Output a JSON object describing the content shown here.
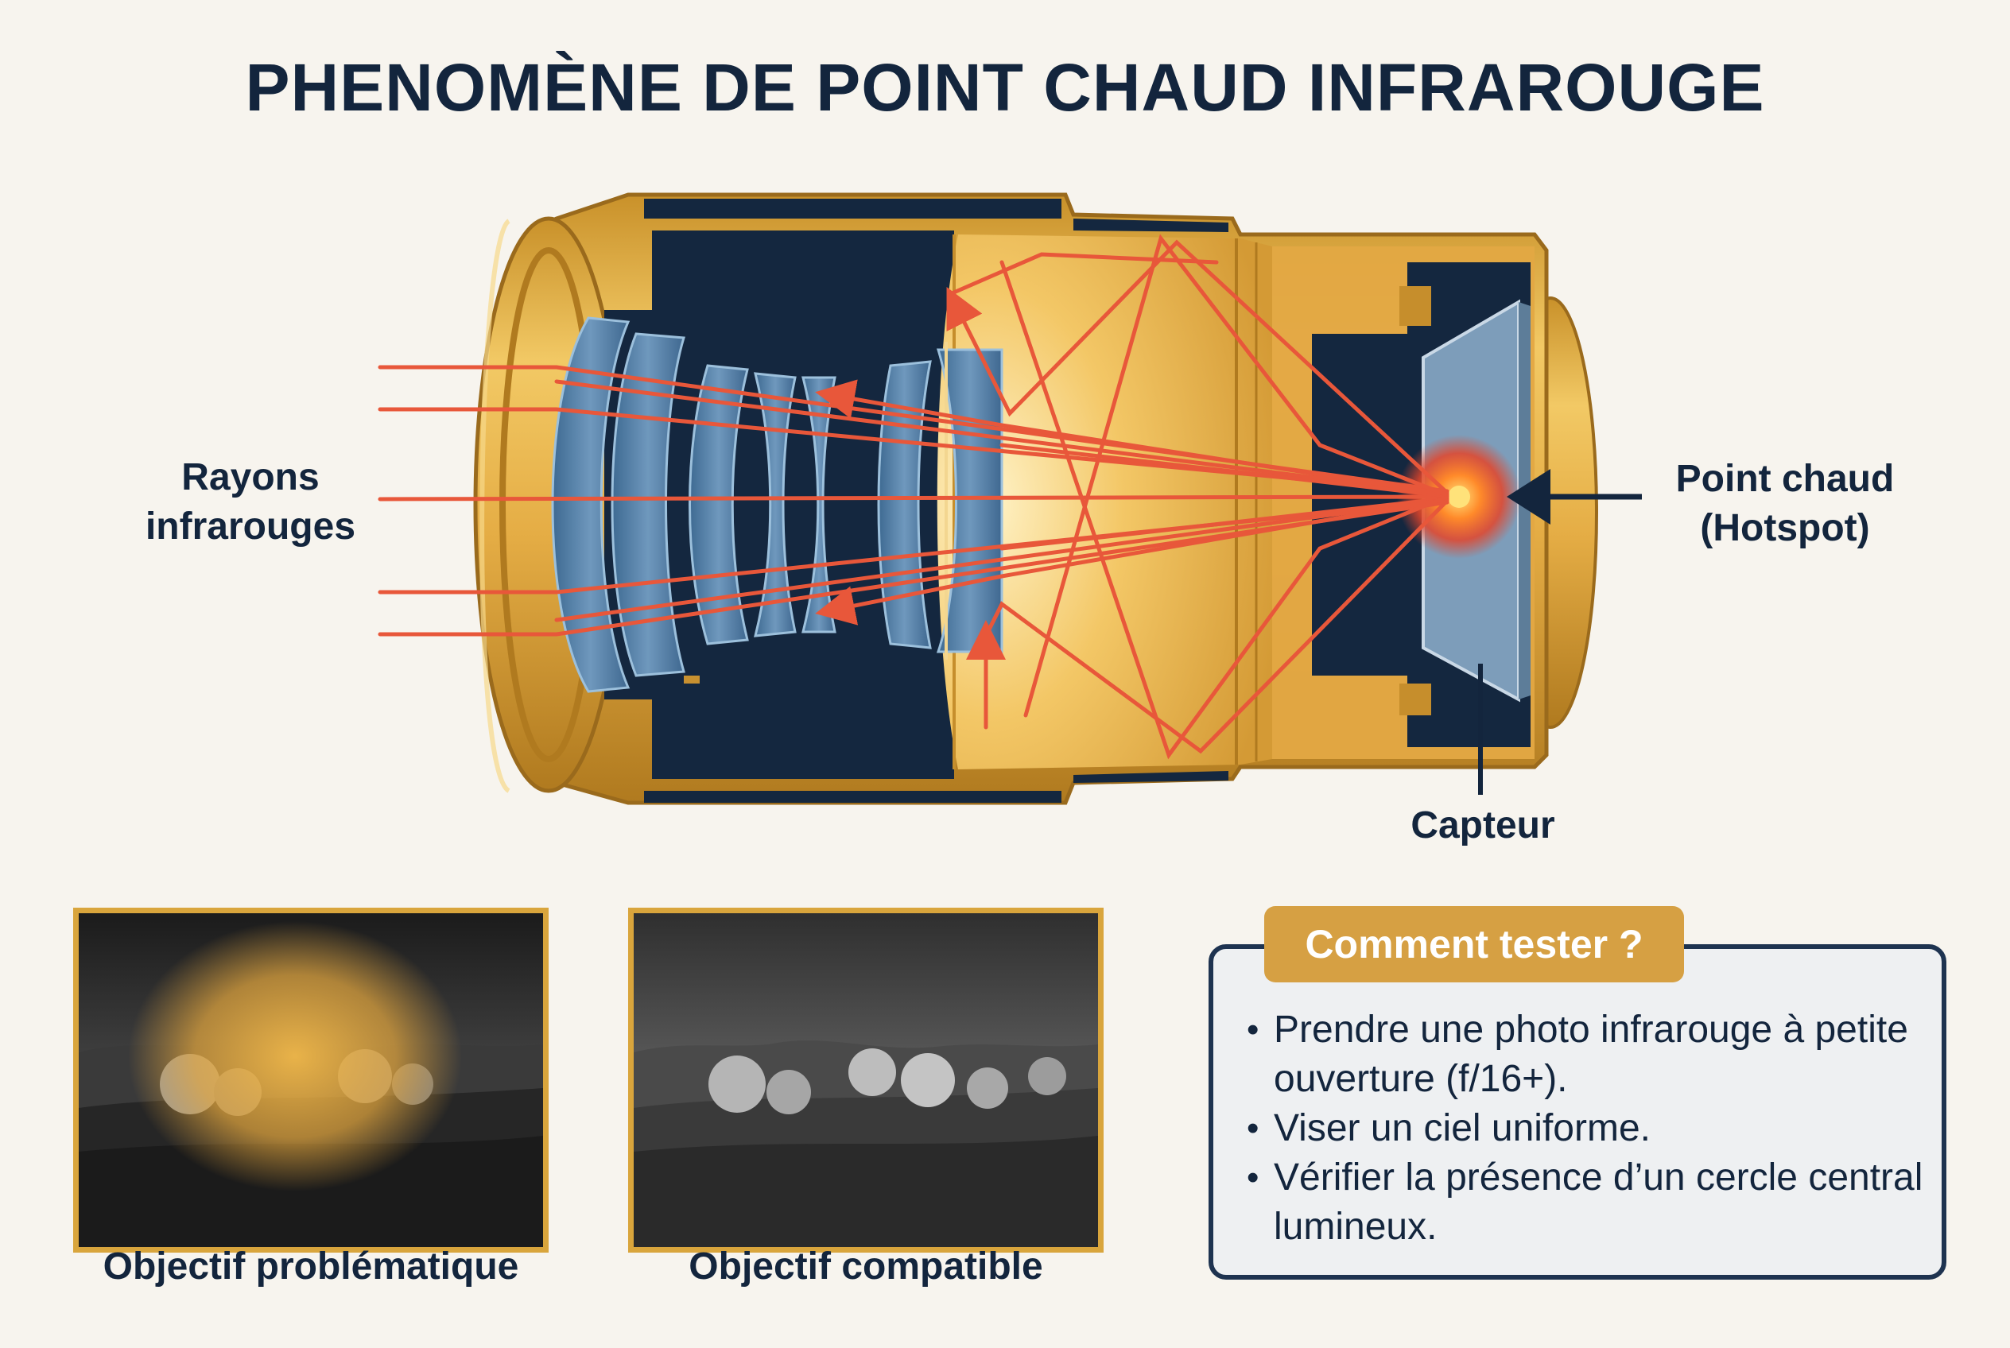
{
  "title": "PHENOMÈNE DE POINT CHAUD INFRAROUGE",
  "labels": {
    "rays_line1": "Rayons",
    "rays_line2": "infrarouges",
    "hotspot_line1": "Point chaud",
    "hotspot_line2": "(Hotspot)",
    "sensor": "Capteur"
  },
  "examples": [
    {
      "caption": "Objectif problématique"
    },
    {
      "caption": "Objectif compatible"
    }
  ],
  "test": {
    "heading": "Comment tester ?",
    "items": [
      "Prendre une photo infrarouge à petite ouverture (f/16+).",
      "Viser un ciel uniforme.",
      "Vérifier la présence d’un cercle central lumineux."
    ]
  },
  "colors": {
    "background": "#f7f4ee",
    "navy": "#13253d",
    "gold": "#d9a53c",
    "ray": "#e8573a",
    "lens_glass": "#5b86ac"
  },
  "icons": [
    "arrow-left-icon",
    "bullet-icon"
  ]
}
